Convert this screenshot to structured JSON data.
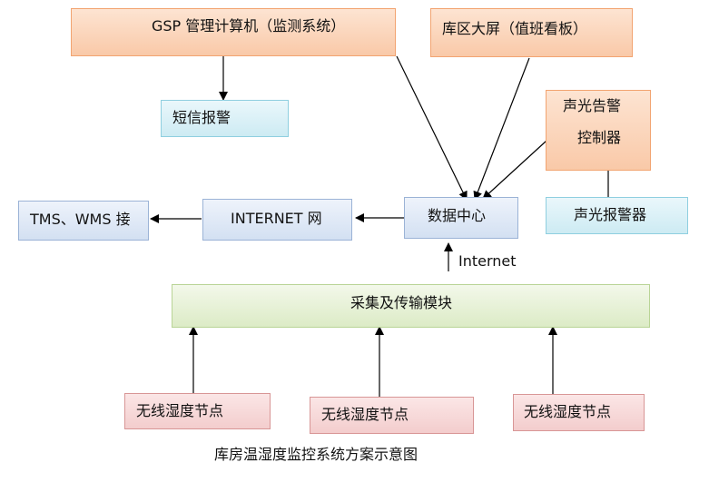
{
  "nodes": {
    "gsp": "GSP 管理计算机（监测系统）",
    "screen": "库区大屏（值班看板）",
    "sms": "短信报警",
    "alarm_ctrl_line1": "声光告警",
    "alarm_ctrl_line2": "控制器",
    "tms_wms": "TMS、WMS 接",
    "internet_net": "INTERNET 网",
    "data_center": "数据中心",
    "alarm_device": "声光报警器",
    "collect_module": "采集及传输模块",
    "sensor_1": "无线湿度节点",
    "sensor_2": "无线湿度节点",
    "sensor_3": "无线湿度节点"
  },
  "labels": {
    "internet": "Internet"
  },
  "caption": "库房温湿度监控系统方案示意图"
}
